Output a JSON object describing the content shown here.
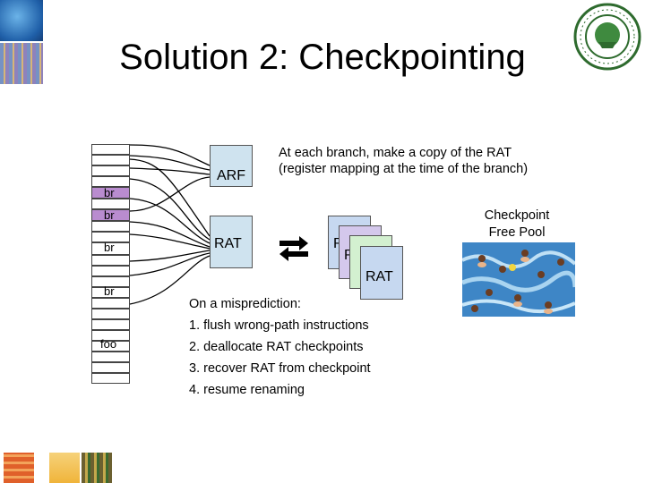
{
  "title": "Solution 2: Checkpointing",
  "rob_entries": [
    "br",
    "br",
    "br",
    "br",
    "foo"
  ],
  "arf_label": "ARF",
  "rat_label": "RAT",
  "copy_note": [
    "At each branch, make a copy of the RAT",
    "(register mapping at the time of the branch)"
  ],
  "checkpoint_labels": [
    "RAT",
    "RAT",
    "RAT"
  ],
  "pool_label": [
    "Checkpoint",
    "Free Pool"
  ],
  "mispredict": {
    "heading": "On a misprediction:",
    "steps": [
      "1. flush wrong-path instructions",
      "2. deallocate RAT checkpoints",
      "3. recover RAT from checkpoint",
      "4. resume renaming"
    ]
  },
  "colors": {
    "register_fill": "#cfe3ef",
    "branch_purple": "#b98ccf",
    "ckpt_blue": "#c6d8f0",
    "ckpt_green": "#d3f0d0",
    "pool_water": "#4a8fc8"
  },
  "icons": [
    "institute-seal-logo",
    "chip-photo-icon",
    "double-arrow-icon",
    "pool-photo"
  ]
}
